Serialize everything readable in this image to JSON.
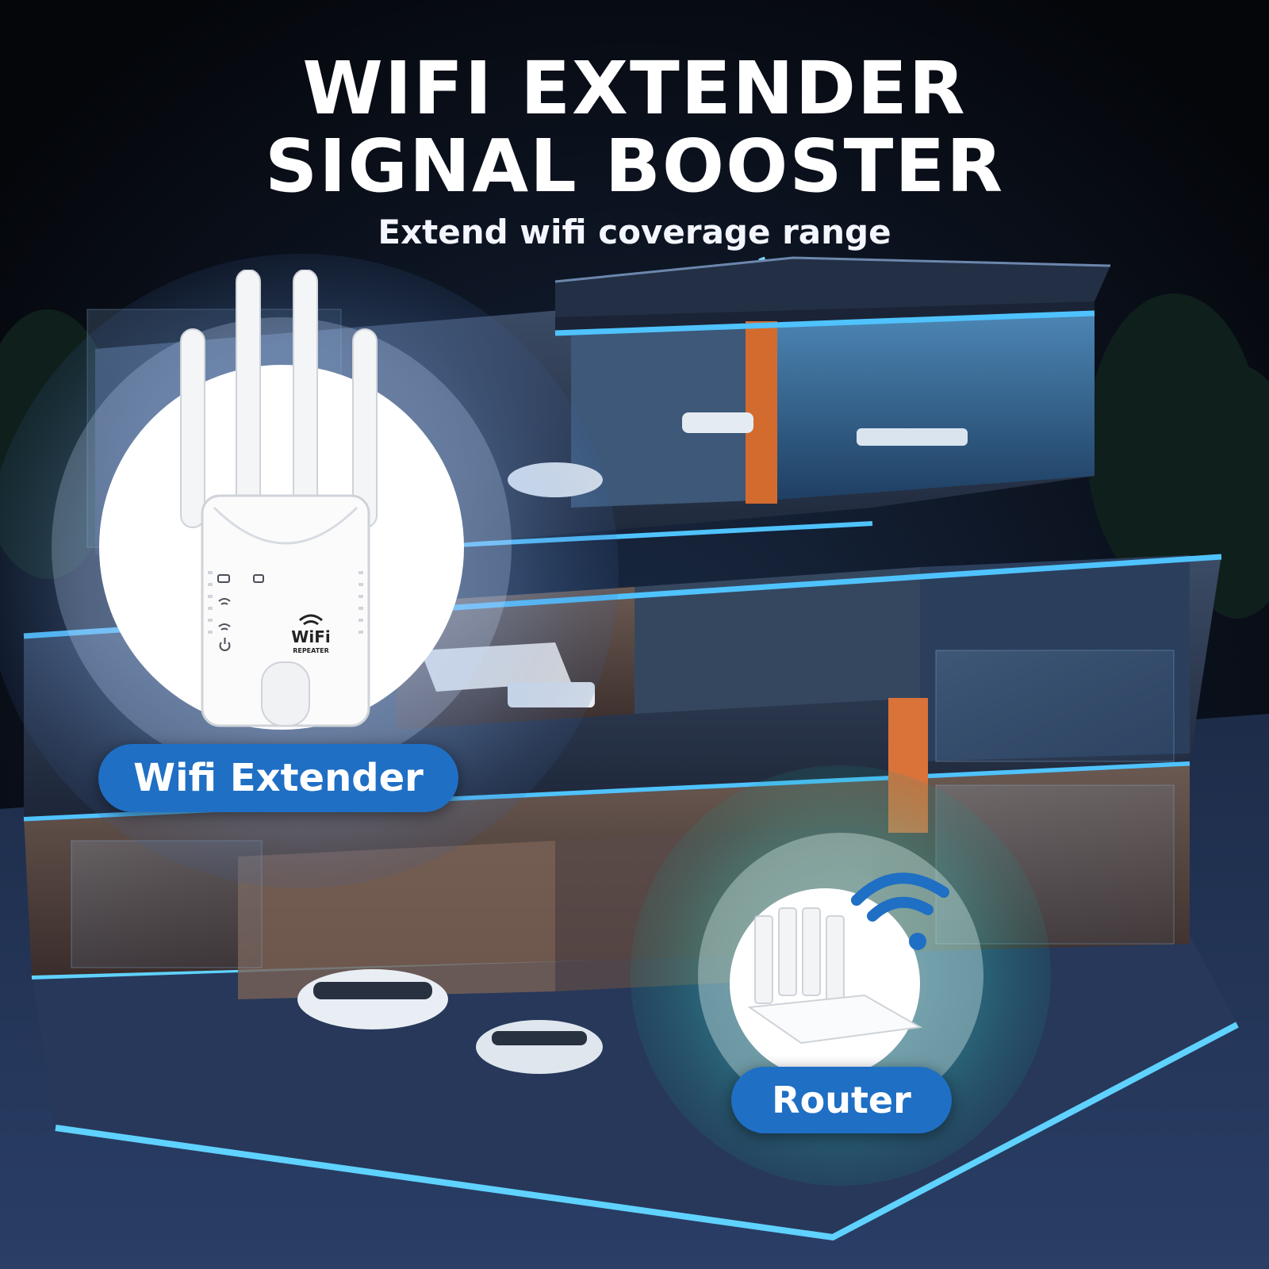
{
  "headline": {
    "line1": "WIFI EXTENDER",
    "line2": "SIGNAL BOOSTER",
    "subtitle": "Extend wifi coverage range"
  },
  "extender": {
    "label": "Wifi Extender",
    "device_logo": "WiFi",
    "device_sublogo": "REPEATER",
    "indicator_icons": [
      "wps-icon",
      "lan-icon",
      "wifi-signal-icon",
      "wifi-signal-icon",
      "power-icon"
    ]
  },
  "router": {
    "label": "Router",
    "signal_icon": "wifi-signal-icon"
  },
  "colors": {
    "background": "#05070c",
    "accent_blue": "#1f6fc4",
    "glow_cyan": "#4fc3ff",
    "router_glow": "#2ec4b6",
    "text": "#ffffff"
  }
}
